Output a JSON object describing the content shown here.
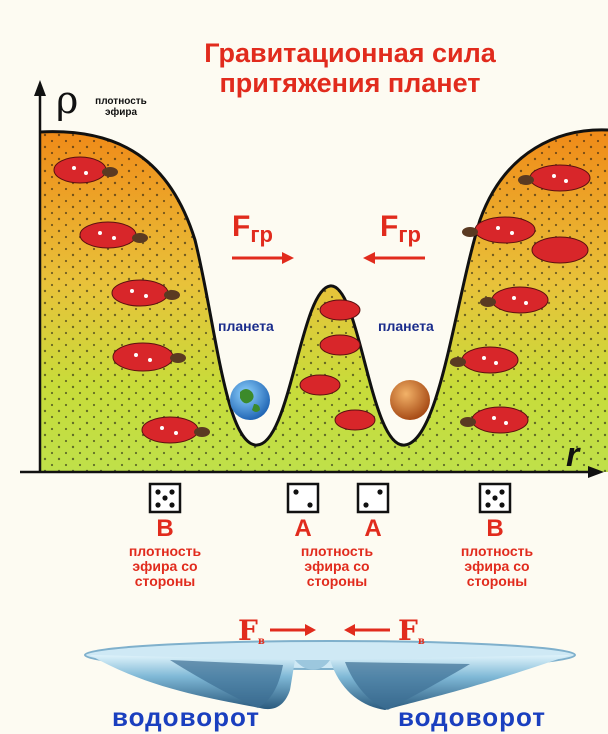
{
  "title": "Гравитационная сила притяжения планет",
  "axis": {
    "y_symbol": "ρ",
    "y_sub": "плотность эфира",
    "x_symbol": "r"
  },
  "forces": {
    "fgr_main": "F",
    "fgr_sub": "гр",
    "fw_main": "F",
    "fw_sub": "в"
  },
  "planet_label": "планета",
  "density_boxes": [
    {
      "letter": "B",
      "text": "плотность эфира со стороны"
    },
    {
      "letter": "A",
      "text": "плотность эфира со стороны"
    },
    {
      "letter": "A",
      "text": ""
    },
    {
      "letter": "B",
      "text": "плотность эфира со стороны"
    }
  ],
  "whirlpool_label": "водоворот",
  "colors": {
    "red": "#e12b1d",
    "blue": "#1a3fbf",
    "navy": "#1a2c8c"
  }
}
